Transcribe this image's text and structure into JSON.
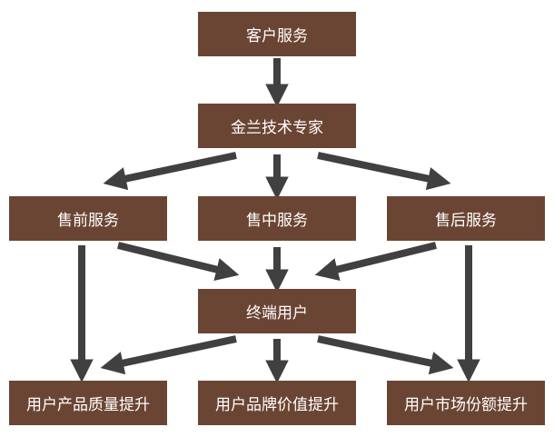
{
  "nodes": {
    "top": "客户服务",
    "expert": "金兰技术专家",
    "pre_sale": "售前服务",
    "in_sale": "售中服务",
    "after_sale": "售后服务",
    "end_user": "终端用户",
    "result_1": "用户产品质量提升",
    "result_2": "用户品牌价值提升",
    "result_3": "用户市场份额提升"
  },
  "colors": {
    "box": "#6b4533",
    "text": "#ffffff",
    "arrow": "#404040"
  }
}
